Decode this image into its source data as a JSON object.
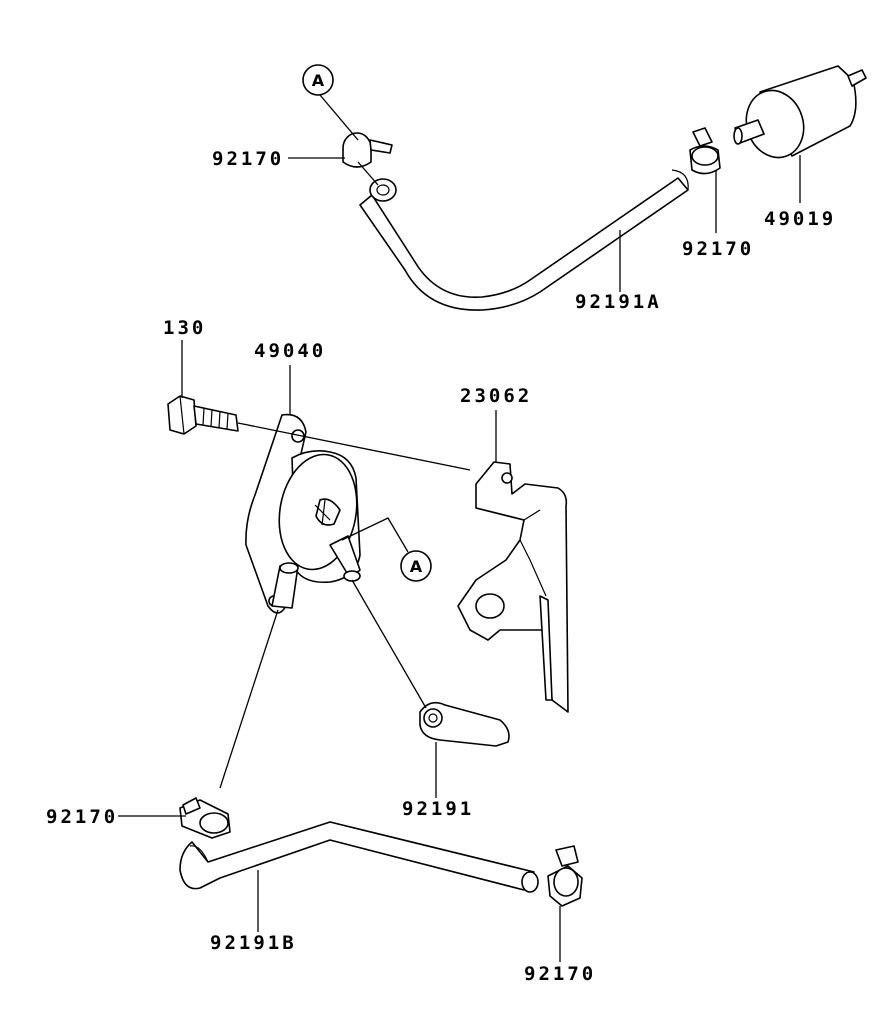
{
  "diagram": {
    "labels": {
      "hose_a": "92191A",
      "hose_b": "92191B",
      "hose_short": "92191",
      "clamp_top_left": "92170",
      "clamp_top_right": "92170",
      "clamp_bottom_left": "92170",
      "clamp_bottom_right": "92170",
      "fuel_filter": "49019",
      "fuel_pump": "49040",
      "bolt": "130",
      "bracket": "23062",
      "ref_a_top": "A",
      "ref_a_pump": "A"
    }
  }
}
